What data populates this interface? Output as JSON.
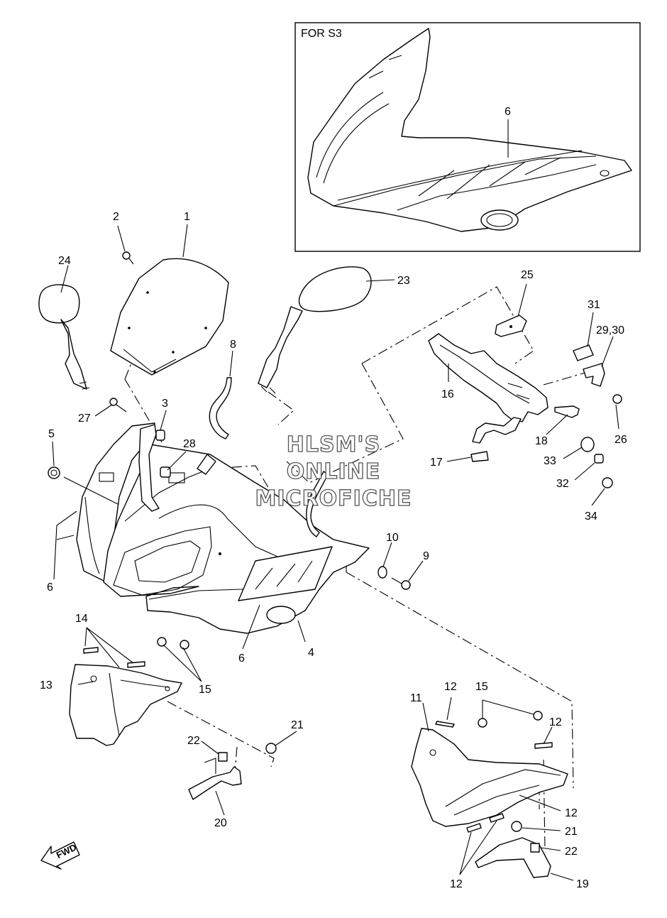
{
  "inset": {
    "title": "FOR  S3",
    "callout": "6"
  },
  "watermark": {
    "line1": "HLSM'S",
    "line2": "ONLINE",
    "line3": "MICROFICHE"
  },
  "fwd_label": "FWD",
  "callouts": {
    "c1": "1",
    "c2": "2",
    "c3": "3",
    "c4": "4",
    "c5": "5",
    "c6a": "6",
    "c6b": "6",
    "c8": "8",
    "c9": "9",
    "c10": "10",
    "c11": "11",
    "c12a": "12",
    "c12b": "12",
    "c12c": "12",
    "c12d": "12",
    "c13": "13",
    "c14": "14",
    "c15a": "15",
    "c15b": "15",
    "c16": "16",
    "c17": "17",
    "c18": "18",
    "c19": "19",
    "c20": "20",
    "c21a": "21",
    "c21b": "21",
    "c22a": "22",
    "c22b": "22",
    "c23": "23",
    "c24": "24",
    "c25": "25",
    "c26": "26",
    "c27": "27",
    "c28": "28",
    "c29": "29,30",
    "c31": "31",
    "c32": "32",
    "c33": "33",
    "c34": "34"
  }
}
